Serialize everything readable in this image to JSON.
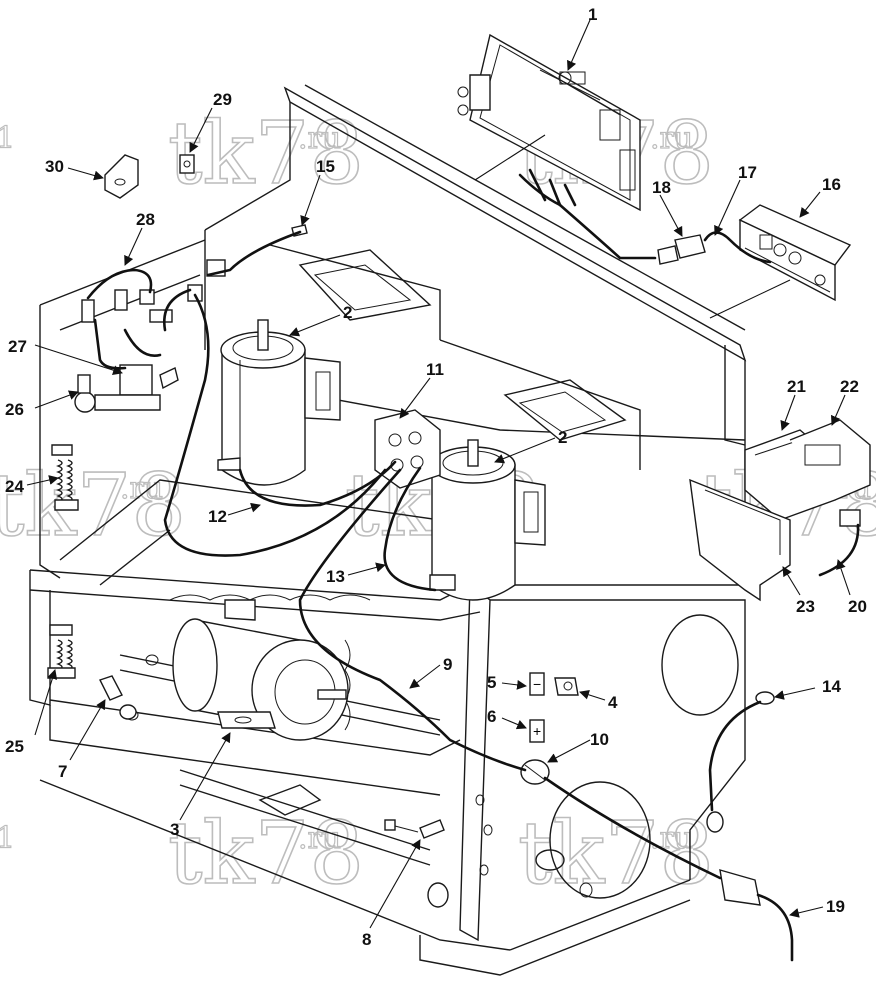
{
  "watermark": {
    "main": "tk78",
    "suffix": ".ru"
  },
  "callouts": [
    {
      "id": "c1",
      "label": "1"
    },
    {
      "id": "c2a",
      "label": "2"
    },
    {
      "id": "c2b",
      "label": "2"
    },
    {
      "id": "c3",
      "label": "3"
    },
    {
      "id": "c4",
      "label": "4"
    },
    {
      "id": "c5",
      "label": "5"
    },
    {
      "id": "c6",
      "label": "6"
    },
    {
      "id": "c7",
      "label": "7"
    },
    {
      "id": "c8",
      "label": "8"
    },
    {
      "id": "c9",
      "label": "9"
    },
    {
      "id": "c10",
      "label": "10"
    },
    {
      "id": "c11",
      "label": "11"
    },
    {
      "id": "c12",
      "label": "12"
    },
    {
      "id": "c13",
      "label": "13"
    },
    {
      "id": "c14",
      "label": "14"
    },
    {
      "id": "c15",
      "label": "15"
    },
    {
      "id": "c16",
      "label": "16"
    },
    {
      "id": "c17",
      "label": "17"
    },
    {
      "id": "c18",
      "label": "18"
    },
    {
      "id": "c19",
      "label": "19"
    },
    {
      "id": "c20",
      "label": "20"
    },
    {
      "id": "c21",
      "label": "21"
    },
    {
      "id": "c22",
      "label": "22"
    },
    {
      "id": "c23",
      "label": "23"
    },
    {
      "id": "c24",
      "label": "24"
    },
    {
      "id": "c25",
      "label": "25"
    },
    {
      "id": "c26",
      "label": "26"
    },
    {
      "id": "c27",
      "label": "27"
    },
    {
      "id": "c28",
      "label": "28"
    },
    {
      "id": "c29",
      "label": "29"
    },
    {
      "id": "c30",
      "label": "30"
    }
  ],
  "labels": {
    "minus_sign": "−",
    "plus_sign": "+"
  }
}
